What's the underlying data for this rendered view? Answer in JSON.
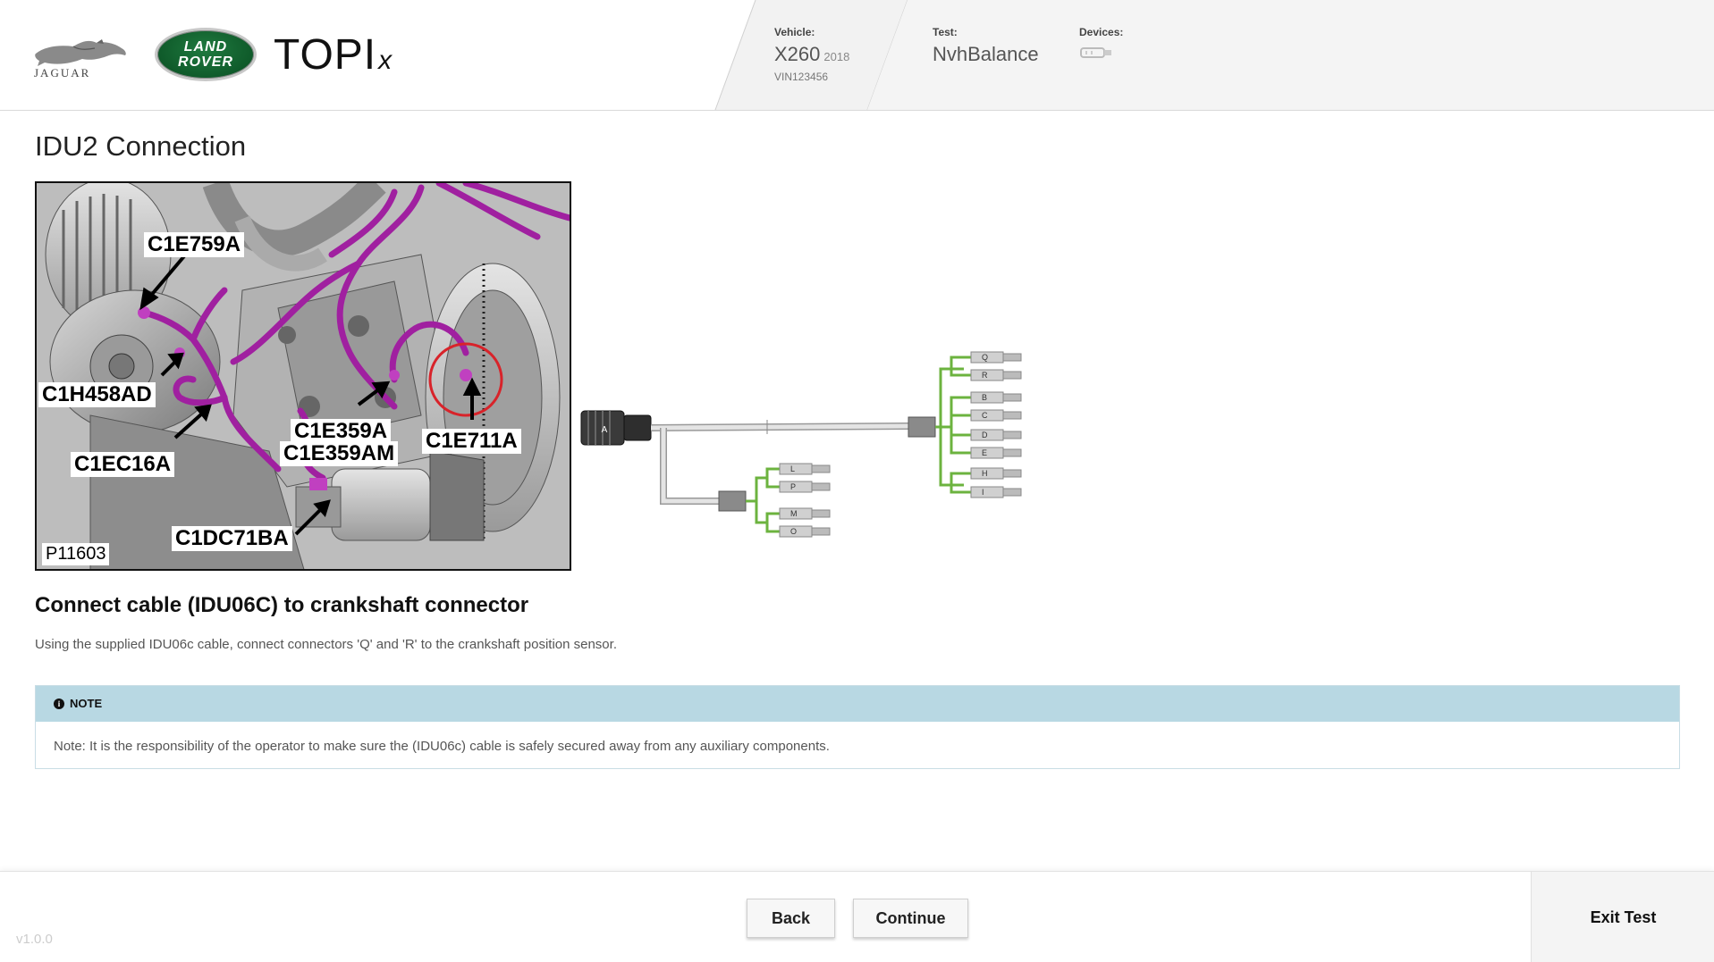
{
  "header": {
    "brand_jaguar": "JAGUAR",
    "brand_landrover_line1": "LAND",
    "brand_landrover_line2": "ROVER",
    "app_name": "TOPI",
    "app_name_suffix": "x",
    "vehicle_label": "Vehicle:",
    "vehicle_model": "X260",
    "vehicle_year": "2018",
    "vehicle_vin": "VIN123456",
    "test_label": "Test:",
    "test_name": "NvhBalance",
    "devices_label": "Devices:",
    "devices_icon": "cable-connector-icon"
  },
  "page": {
    "title": "IDU2 Connection"
  },
  "figure": {
    "callouts": [
      "C1E759A",
      "C1H458AD",
      "C1EC16A",
      "C1E359A",
      "C1E359AM",
      "C1E711A",
      "C1DC71BA"
    ],
    "reference": "P11603"
  },
  "cable_diagram": {
    "main_connector": "A",
    "group_right": [
      "Q",
      "R",
      "B",
      "C",
      "D",
      "E",
      "H",
      "I"
    ],
    "group_bottom": [
      "L",
      "P",
      "M",
      "O"
    ]
  },
  "step": {
    "heading": "Connect cable (IDU06C) to crankshaft connector",
    "description": "Using the supplied IDU06c cable, connect connectors 'Q' and 'R' to the crankshaft position sensor."
  },
  "note": {
    "label": "NOTE",
    "icon": "info-icon",
    "text": "Note: It is the responsibility of the operator to make sure the (IDU06c) cable is safely secured away from any auxiliary components."
  },
  "footer": {
    "version": "v1.0.0",
    "back_label": "Back",
    "continue_label": "Continue",
    "exit_label": "Exit Test"
  },
  "colors": {
    "note_header_bg": "#b8d8e3",
    "header_panel_bg": "#f2f2f2",
    "harness_purple": "#a020a0",
    "cable_green": "#6cb33f",
    "highlight_red": "#d8232a"
  }
}
